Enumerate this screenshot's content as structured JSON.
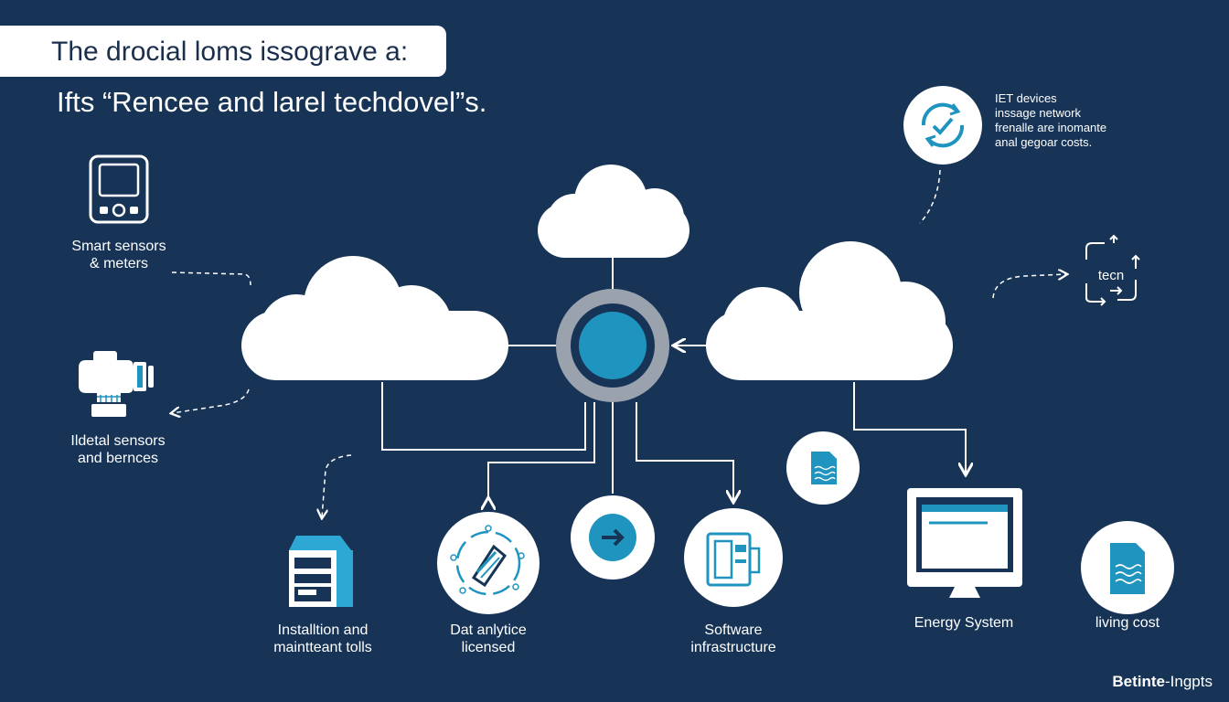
{
  "header": {
    "title": "The drocial loms issograve a:",
    "subtitle": "Ifts “Rencee and larel techdovel”s."
  },
  "left": {
    "smart_label": [
      "Smart sensors",
      "& meters"
    ],
    "ideal_label": [
      "Ildetal sensors",
      "and bernces"
    ]
  },
  "top_right": {
    "note_lines": [
      "IET devices",
      "inssage network",
      "frenalle are inomante",
      "anal gegoar costs."
    ],
    "tech_text": "tecn"
  },
  "bottom": {
    "install_label": [
      "Installtion and",
      "maintteant tolls"
    ],
    "data_label": [
      "Dat anlytice",
      "licensed"
    ],
    "software_label": [
      "Software",
      "infrastructure"
    ],
    "energy_label": "Energy System",
    "living_label": "living cost"
  },
  "brand": {
    "bold": "Betinte",
    "rest": "-Ingpts"
  },
  "colors": {
    "background": "#173457",
    "accent": "#1f94bf",
    "white": "#ffffff",
    "ring": "#9aa3ad"
  }
}
